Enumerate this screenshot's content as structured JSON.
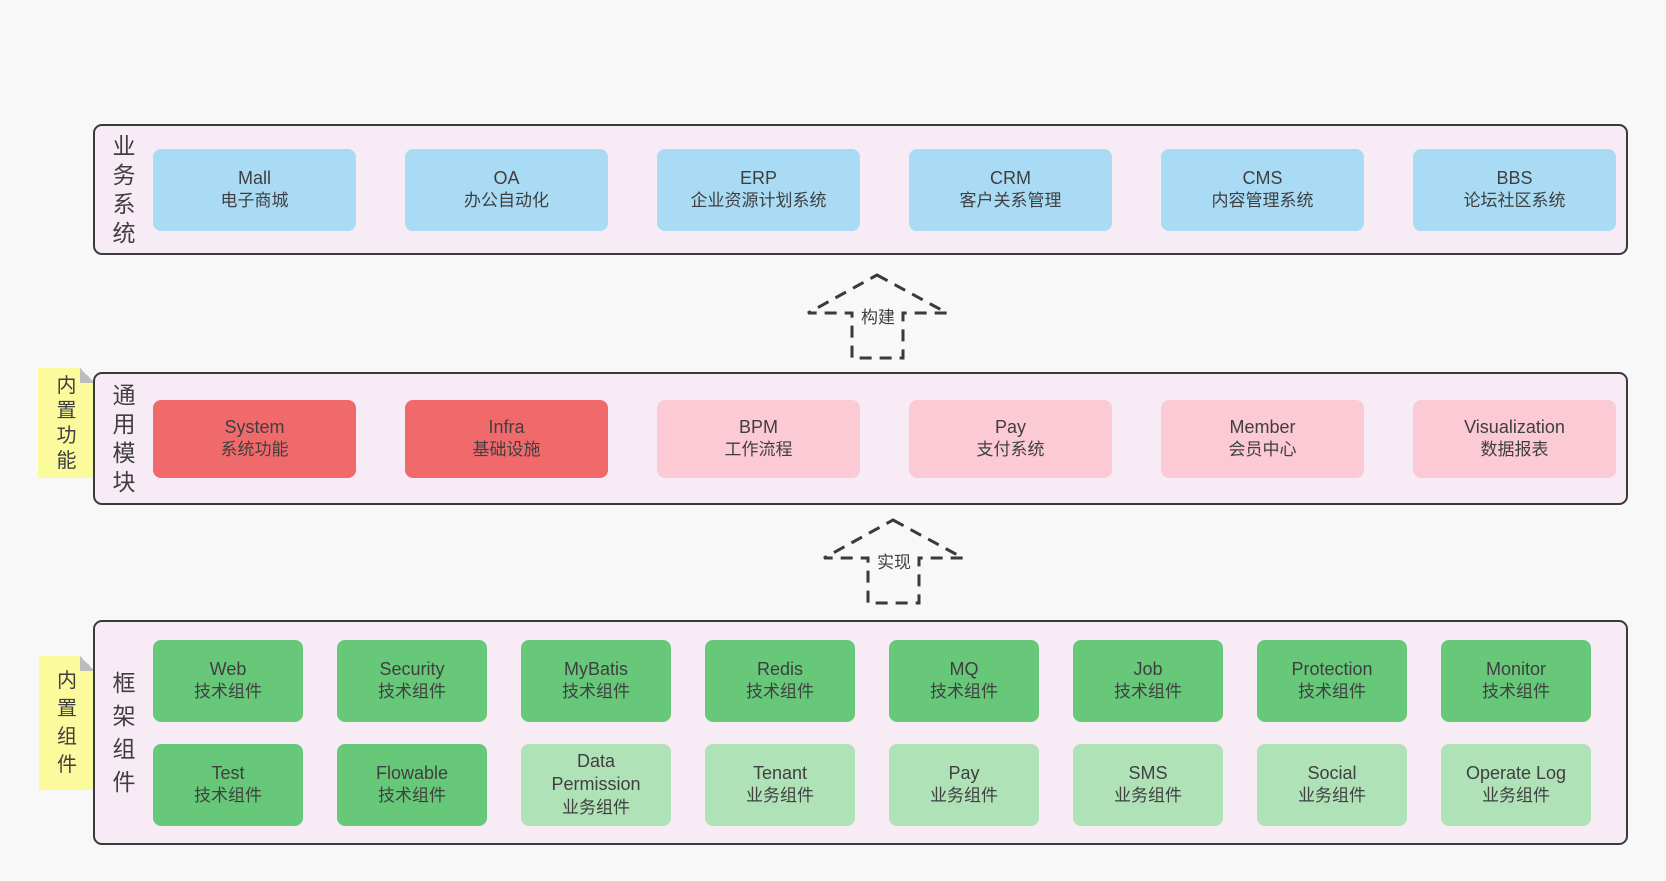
{
  "colors": {
    "page_bg": "#f8f8f8",
    "band_bg": "#f7ecf5",
    "border": "#3a3a3a",
    "text": "#3f3f3f",
    "blue": "#a9dbf5",
    "red": "#f06a6c",
    "pink": "#fbcad4",
    "green": "#66c878",
    "green_light": "#b0e2b8",
    "sticky": "#fbfa9d"
  },
  "arrows": [
    {
      "label": "构建"
    },
    {
      "label": "实现"
    }
  ],
  "bands": [
    {
      "label": "业务系统",
      "rows": [
        [
          {
            "name": "Mall",
            "desc": "电子商城",
            "color": "blue"
          },
          {
            "name": "OA",
            "desc": "办公自动化",
            "color": "blue"
          },
          {
            "name": "ERP",
            "desc": "企业资源计划系统",
            "color": "blue"
          },
          {
            "name": "CRM",
            "desc": "客户关系管理",
            "color": "blue"
          },
          {
            "name": "CMS",
            "desc": "内容管理系统",
            "color": "blue"
          },
          {
            "name": "BBS",
            "desc": "论坛社区系统",
            "color": "blue"
          }
        ]
      ]
    },
    {
      "label": "通用模块",
      "sticky": "内置功能",
      "rows": [
        [
          {
            "name": "System",
            "desc": "系统功能",
            "color": "red"
          },
          {
            "name": "Infra",
            "desc": "基础设施",
            "color": "red"
          },
          {
            "name": "BPM",
            "desc": "工作流程",
            "color": "pink"
          },
          {
            "name": "Pay",
            "desc": "支付系统",
            "color": "pink"
          },
          {
            "name": "Member",
            "desc": "会员中心",
            "color": "pink"
          },
          {
            "name": "Visualization",
            "desc": "数据报表",
            "color": "pink"
          }
        ]
      ]
    },
    {
      "label": "框架组件",
      "sticky": "内置组件",
      "rows": [
        [
          {
            "name": "Web",
            "desc": "技术组件",
            "color": "green"
          },
          {
            "name": "Security",
            "desc": "技术组件",
            "color": "green"
          },
          {
            "name": "MyBatis",
            "desc": "技术组件",
            "color": "green"
          },
          {
            "name": "Redis",
            "desc": "技术组件",
            "color": "green"
          },
          {
            "name": "MQ",
            "desc": "技术组件",
            "color": "green"
          },
          {
            "name": "Job",
            "desc": "技术组件",
            "color": "green"
          },
          {
            "name": "Protection",
            "desc": "技术组件",
            "color": "green"
          },
          {
            "name": "Monitor",
            "desc": "技术组件",
            "color": "green"
          }
        ],
        [
          {
            "name": "Test",
            "desc": "技术组件",
            "color": "green"
          },
          {
            "name": "Flowable",
            "desc": "技术组件",
            "color": "green"
          },
          {
            "name": "Data Permission",
            "desc": "业务组件",
            "color": "green_light"
          },
          {
            "name": "Tenant",
            "desc": "业务组件",
            "color": "green_light"
          },
          {
            "name": "Pay",
            "desc": "业务组件",
            "color": "green_light"
          },
          {
            "name": "SMS",
            "desc": "业务组件",
            "color": "green_light"
          },
          {
            "name": "Social",
            "desc": "业务组件",
            "color": "green_light"
          },
          {
            "name": "Operate Log",
            "desc": "业务组件",
            "color": "green_light"
          }
        ]
      ]
    }
  ]
}
